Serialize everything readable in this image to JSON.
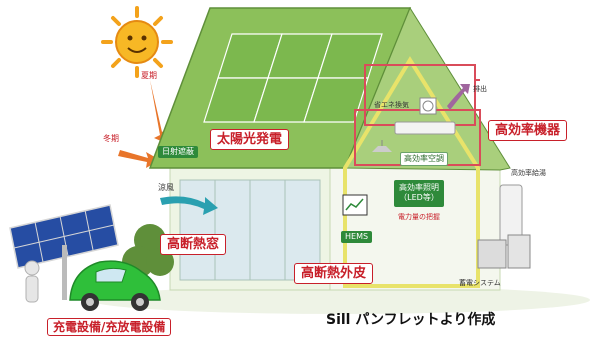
{
  "labels": {
    "solar_power": "太陽光発電",
    "high_efficiency_equipment": "高効率機器",
    "high_insulation_window": "高断熱窓",
    "high_insulation_skin": "高断熱外皮",
    "charging_equipment": "充電設備/充放電設備",
    "summer": "夏期",
    "winter": "冬期",
    "solar_shading": "日射遮蔽",
    "cool_breeze": "涼風",
    "energy_saving_ventilation": "省エネ換気",
    "exhaust": "排出",
    "high_efficiency_ac": "高効率空調",
    "high_efficiency_water_heater": "高効率給湯",
    "high_efficiency_lighting": "高効率照明\n（LED等）",
    "hems": "HEMS",
    "power_usage_display": "電力量の把握",
    "storage_system": "蓄電システム"
  },
  "caption": "Sill パンフレットより作成",
  "colors": {
    "accent_red": "#c8202a",
    "roof_green": "#7fb24f",
    "wall_pale": "#e9f2dc",
    "car_green": "#2fbf3a",
    "sun_orange": "#f3a21b"
  },
  "icons": [
    "sun-icon",
    "solar-panel-icon",
    "electric-car-icon",
    "house-icon",
    "arrow-icon"
  ]
}
